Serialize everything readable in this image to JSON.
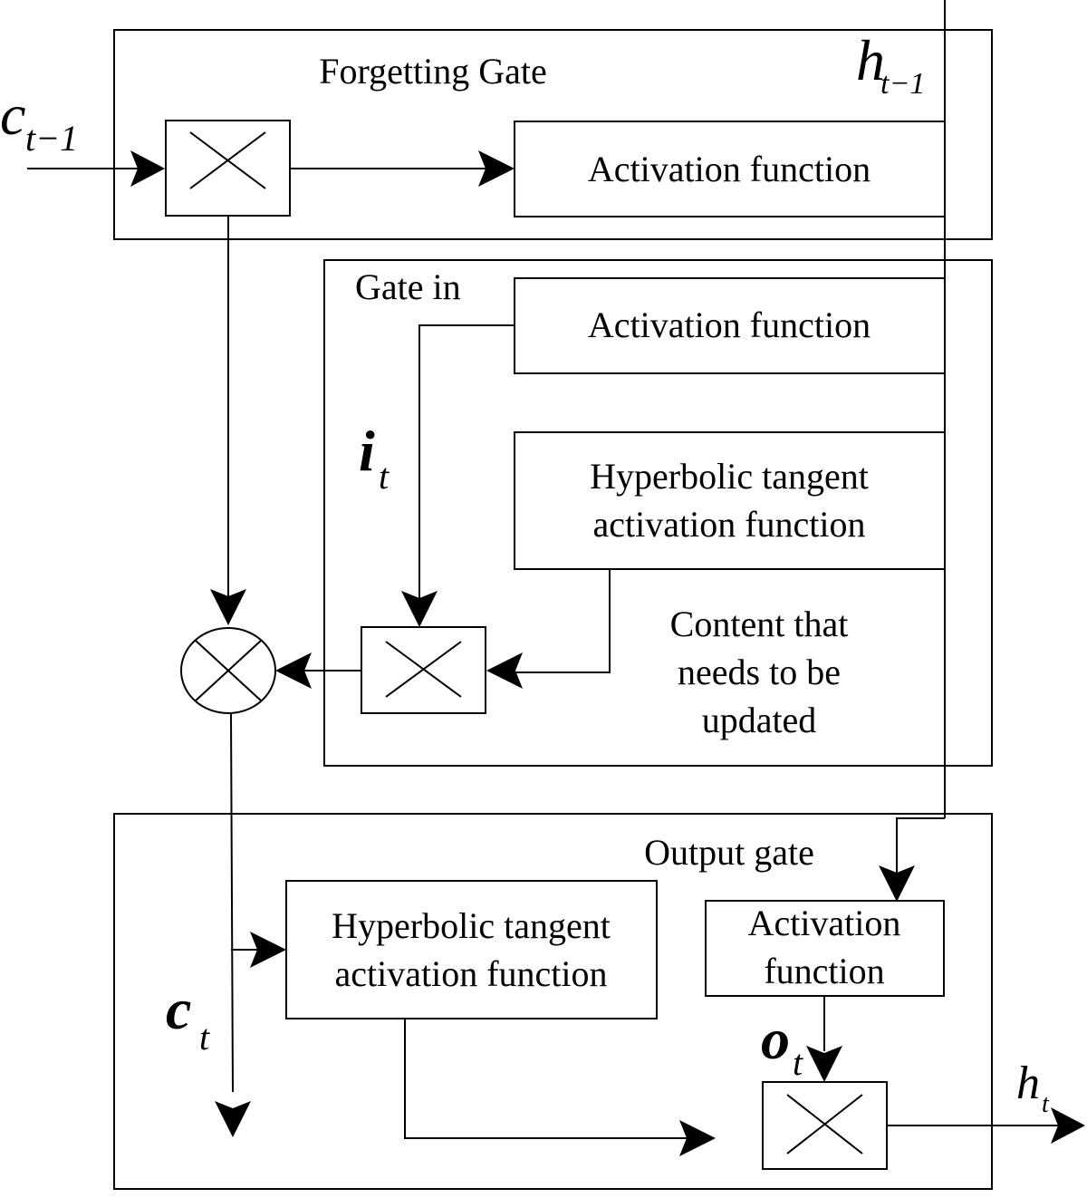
{
  "colors": {
    "line": "#000000",
    "background": "#ffffff"
  },
  "gates": {
    "forget": {
      "title": "Forgetting Gate",
      "activation": "Activation function"
    },
    "input": {
      "title": "Gate in",
      "activation": "Activation function",
      "tanh_line1": "Hyperbolic tangent",
      "tanh_line2": "activation function",
      "update_line1": "Content that",
      "update_line2": "needs to be",
      "update_line3": "updated"
    },
    "output": {
      "title": "Output gate",
      "tanh_line1": "Hyperbolic tangent",
      "tanh_line2": "activation function",
      "activation_line1": "Activation",
      "activation_line2": "function"
    }
  },
  "symbols": {
    "c_prev": {
      "base": "c",
      "sub": "t−1"
    },
    "h_prev": {
      "base": "h",
      "sub": "t−1"
    },
    "i_t": {
      "base": "i",
      "sub": "t"
    },
    "c_t": {
      "base": "c",
      "sub": "t"
    },
    "o_t": {
      "base": "o",
      "sub": "t"
    },
    "h_t": {
      "base": "h",
      "sub": "t"
    }
  },
  "icons": [
    "multiply-icon",
    "circled-multiply-icon",
    "arrowhead-icon"
  ]
}
